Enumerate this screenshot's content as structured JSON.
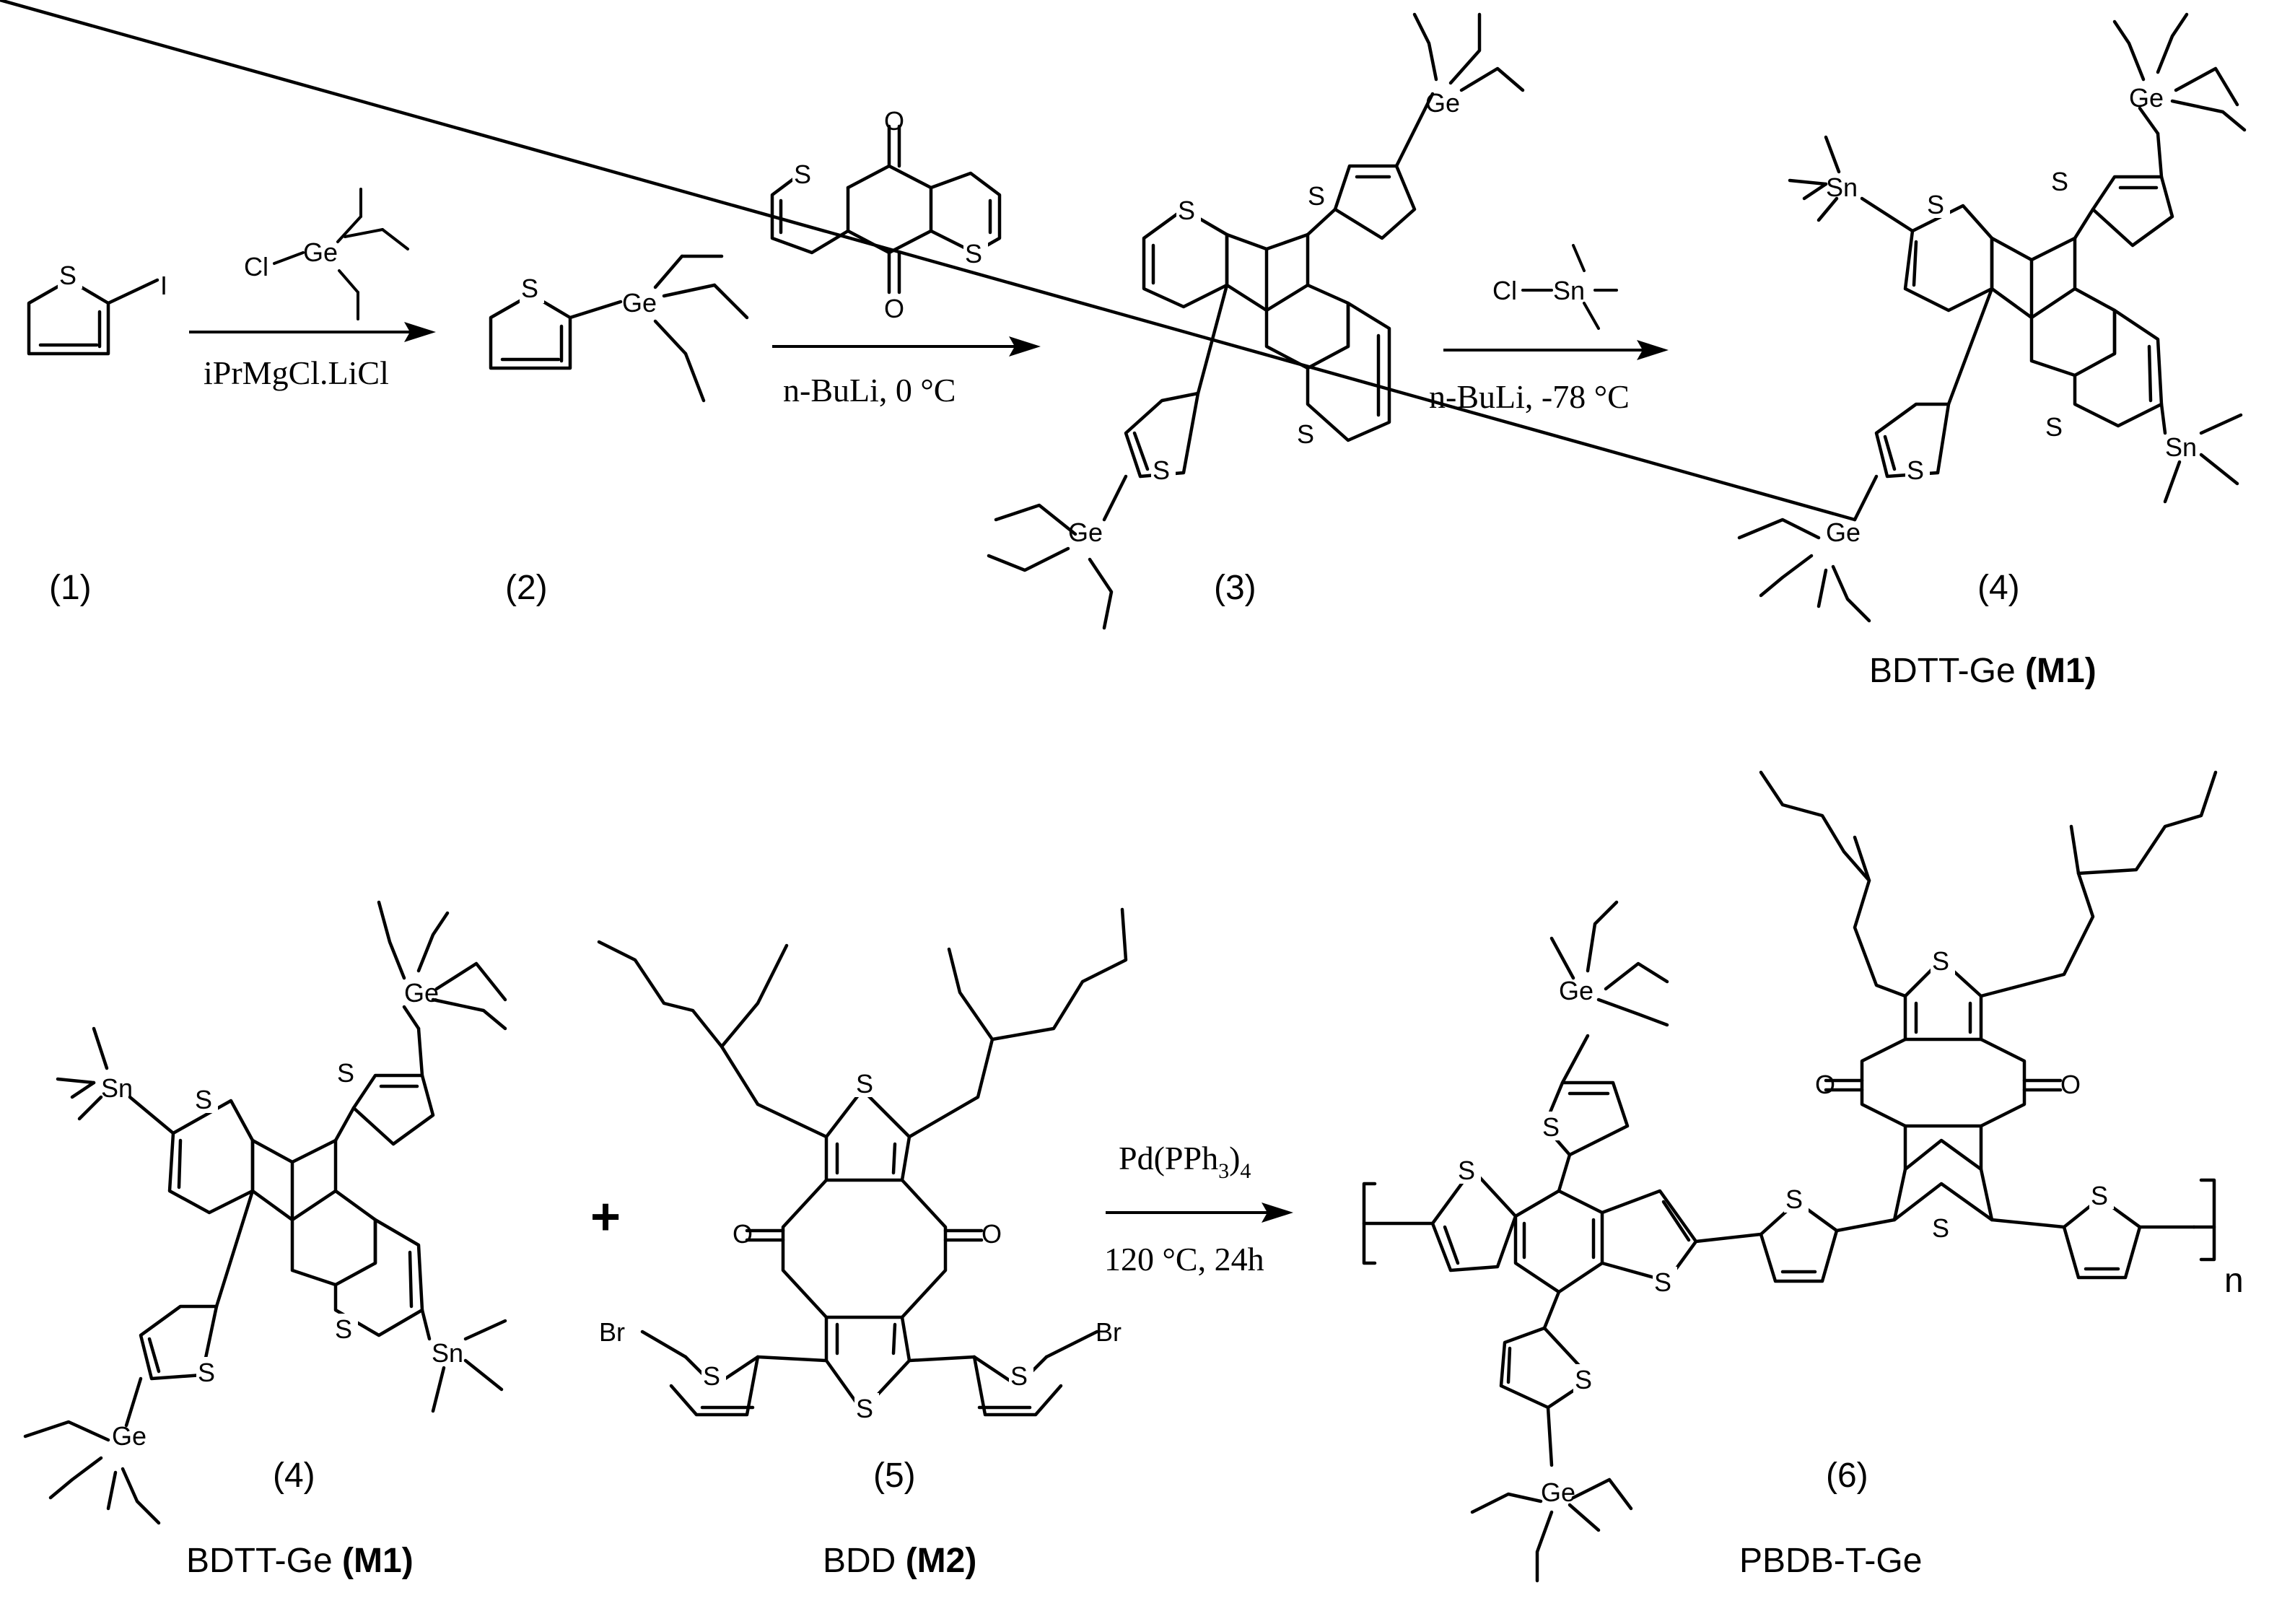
{
  "atoms": {
    "S": "S",
    "I": "I",
    "Ge": "Ge",
    "Cl": "Cl",
    "Sn": "Sn",
    "O": "O",
    "Br": "Br"
  },
  "reagents": {
    "step1_reagent": "iPrMgCl.LiCl",
    "step2_reagent": "n-BuLi, 0 °C",
    "step3_reagent": "n-BuLi, -78 °C",
    "step4_catalyst_main": "Pd(PPh",
    "step4_catalyst_sub1": "3",
    "step4_catalyst_close": ")",
    "step4_catalyst_sub2": "4",
    "step4_conditions": "120 °C, 24h"
  },
  "compounds": {
    "c1": "(1)",
    "c2": "(2)",
    "c3": "(3)",
    "c4_top": "(4)",
    "c4_bottom": "(4)",
    "c5": "(5)",
    "c6": "(6)"
  },
  "names": {
    "m1_top_prefix": "BDTT-Ge ",
    "m1_top_bold": "(M1)",
    "m1_bottom_prefix": "BDTT-Ge ",
    "m1_bottom_bold": "(M1)",
    "m2_prefix": "BDD ",
    "m2_bold": "(M2)",
    "polymer": "PBDB-T-Ge"
  },
  "plus_sign": "+",
  "polymer_repeat": "n"
}
